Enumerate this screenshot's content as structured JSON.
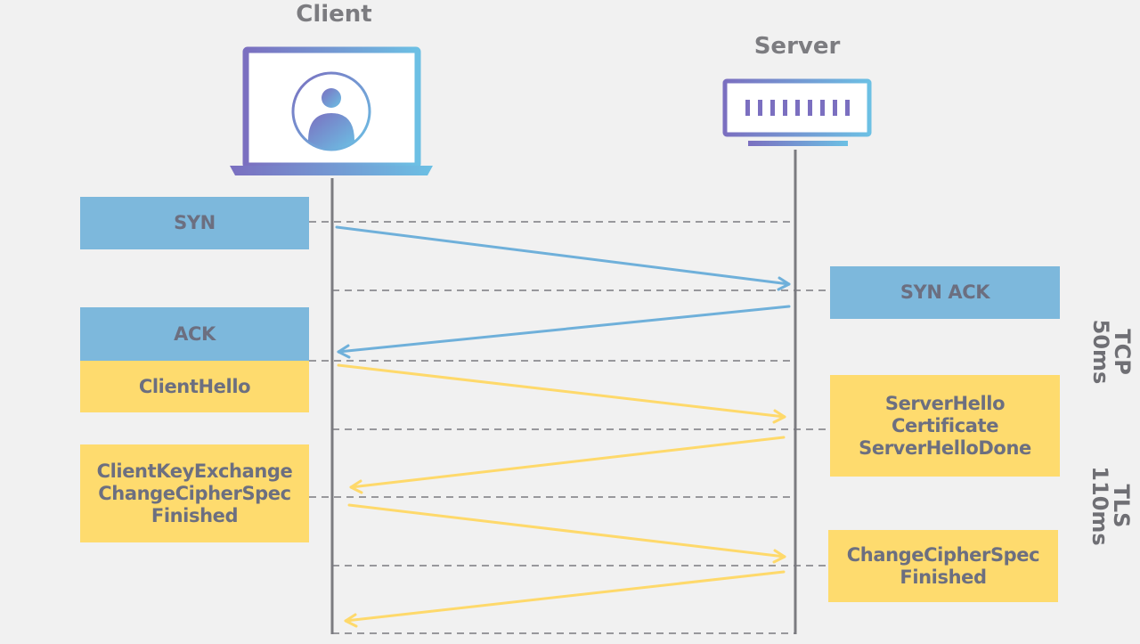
{
  "actors": {
    "client": {
      "label": "Client",
      "icon": "laptop-user-icon"
    },
    "server": {
      "label": "Server",
      "icon": "server-icon"
    }
  },
  "messages": {
    "syn": {
      "lines": [
        "SYN"
      ],
      "color": "#7db8dc"
    },
    "syn_ack": {
      "lines": [
        "SYN ACK"
      ],
      "color": "#7db8dc"
    },
    "ack": {
      "lines": [
        "ACK"
      ],
      "color": "#7db8dc"
    },
    "client_hello": {
      "lines": [
        "ClientHello"
      ],
      "color": "#fedb6e"
    },
    "server_hello": {
      "lines": [
        "ServerHello",
        "Certificate",
        "ServerHelloDone"
      ],
      "color": "#fedb6e"
    },
    "client_key_exchange": {
      "lines": [
        "ClientKeyExchange",
        "ChangeCipherSpec",
        "Finished"
      ],
      "color": "#fedb6e"
    },
    "server_change_cipher": {
      "lines": [
        "ChangeCipherSpec",
        "Finished"
      ],
      "color": "#fedb6e"
    }
  },
  "phases": {
    "tcp": {
      "name": "TCP",
      "duration": "50ms"
    },
    "tls": {
      "name": "TLS",
      "duration": "110ms"
    }
  },
  "colors": {
    "tcp_arrow": "#6fb0da",
    "tls_arrow": "#fed96b",
    "lifeline": "#7b7b80",
    "dashed": "#7b7b80",
    "gradient_start": "#7b6fc0",
    "gradient_end": "#6cc0e4"
  }
}
